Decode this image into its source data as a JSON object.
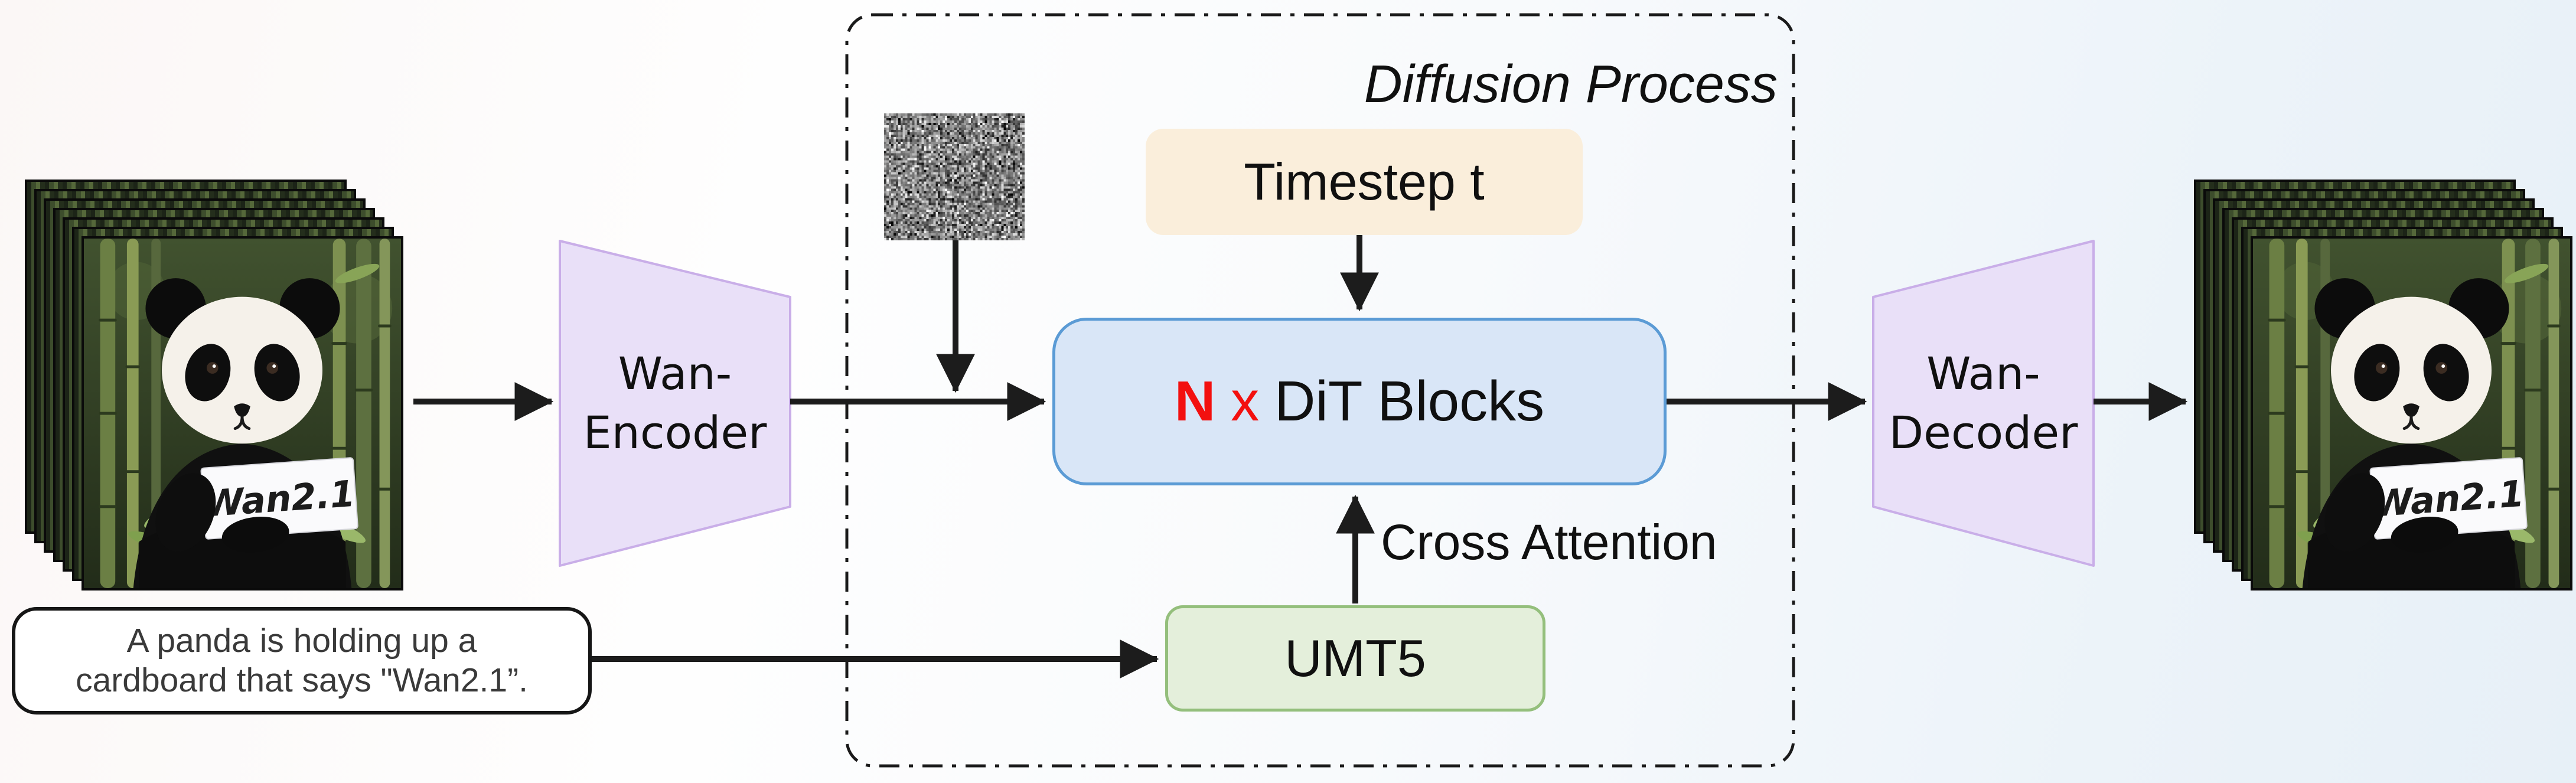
{
  "diagram": {
    "diffusion_process_label": "Diffusion Process",
    "boxes": {
      "timestep": {
        "label": "Timestep t",
        "fill": "#faeedb"
      },
      "dit": {
        "n": "N",
        "times": "x",
        "label": "DiT Blocks",
        "fill": "#d9e6f7",
        "border": "#5b9bd5",
        "n_color": "#f3100f"
      },
      "umt5": {
        "label": "UMT5",
        "fill": "#e4efdb",
        "border": "#94bf7c"
      },
      "encoder": {
        "line1": "Wan-",
        "line2": "Encoder",
        "fill": "#e9e0f8",
        "border": "#c9aee8"
      },
      "decoder": {
        "line1": "Wan-",
        "line2": "Decoder",
        "fill": "#e9e0f8",
        "border": "#c9aee8"
      }
    },
    "cross_attention_label": "Cross Attention",
    "prompt": {
      "line1": "A panda is holding up a",
      "line2": "cardboard that says \"Wan2.1”."
    },
    "sign_text": "Wan2.1",
    "frame_count": 7,
    "ink_color": "#1c1c1c"
  }
}
